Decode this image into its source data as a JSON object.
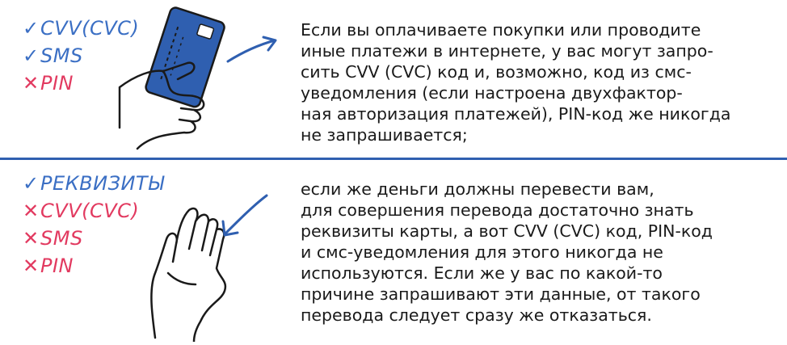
{
  "top": {
    "checklist": [
      {
        "mark": "✓",
        "status": "allowed",
        "label": "CVV(CVC)"
      },
      {
        "mark": "✓",
        "status": "allowed",
        "label": "SMS"
      },
      {
        "mark": "✕",
        "status": "denied",
        "label": "PIN"
      }
    ],
    "text": "Если вы оплачиваете покупки или проводите\nиные платежи в интернете, у вас могут запро-\nсить CVV (CVC) код и, возможно, код из смс-\nуведомления (если настроена двухфактор-\nная авторизация платежей), PIN‑код же никогда\nне запрашивается;"
  },
  "bottom": {
    "checklist": [
      {
        "mark": "✓",
        "status": "allowed",
        "label": "РЕКВИЗИТЫ"
      },
      {
        "mark": "✕",
        "status": "denied",
        "label": "CVV(CVC)"
      },
      {
        "mark": "✕",
        "status": "denied",
        "label": "SMS"
      },
      {
        "mark": "✕",
        "status": "denied",
        "label": "PIN"
      }
    ],
    "text": "если же деньги должны перевести вам,\nдля совершения перевода достаточно знать\nреквизиты карты, а вот CVV (CVC) код, PIN‑код\nи смс‑уведомления для этого никогда не\nиспользуются. Если же у вас по какой‑то\nпричине запрашивают эти данные, от такого\nперевода следует сразу же отказаться."
  },
  "colors": {
    "allowed": "#3b6fc4",
    "denied": "#e23a60",
    "divider": "#2f5fb0",
    "card": "#2f5fb0",
    "text": "#1a1a1a"
  },
  "icons": {
    "top_illustration": "hand-holding-card-icon",
    "top_arrow": "arrow-right-icon",
    "bottom_illustration": "open-hand-icon",
    "bottom_arrow": "arrow-left-icon"
  }
}
